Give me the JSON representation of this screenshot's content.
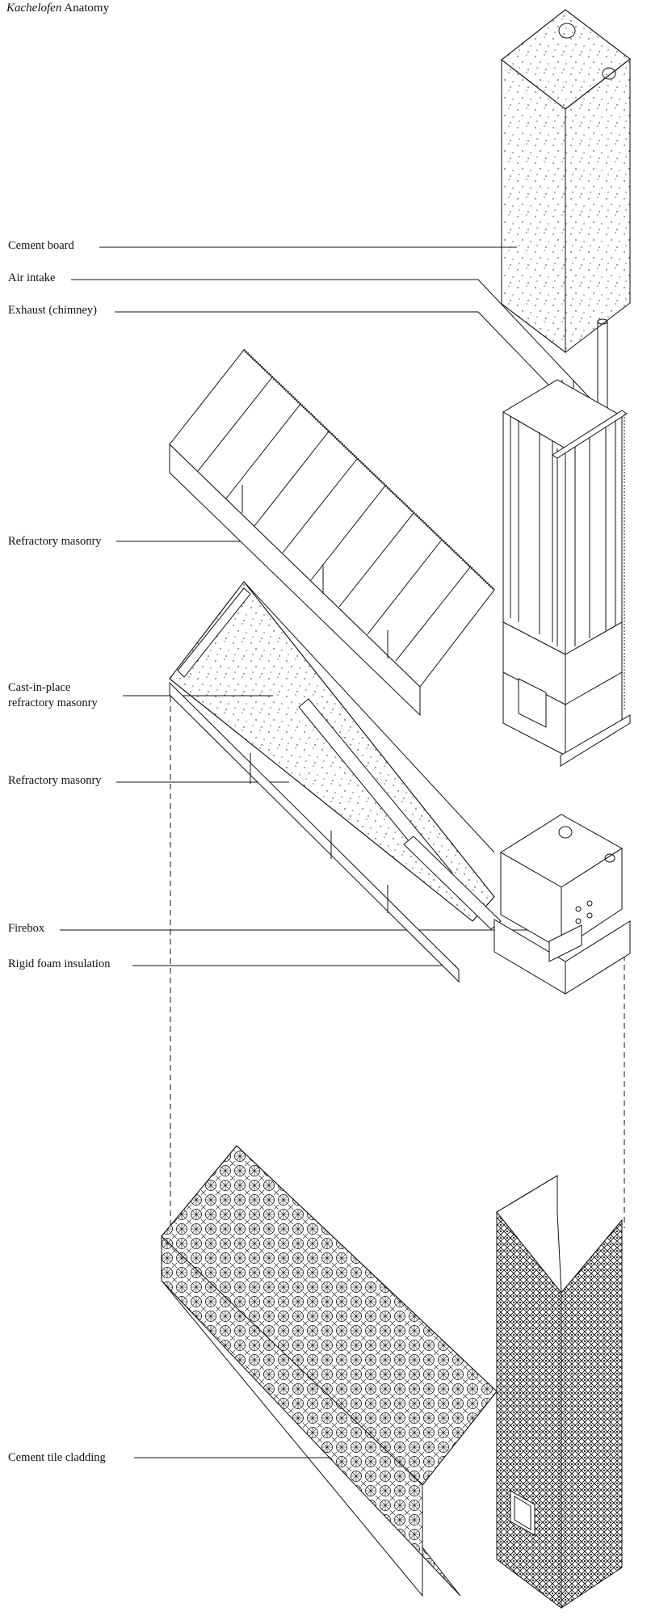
{
  "title": {
    "italic": "Kachelofen",
    "rest": " Anatomy"
  },
  "labels": {
    "cement_board": "Cement board",
    "air_intake": "Air intake",
    "exhaust": "Exhaust (chimney)",
    "refractory_masonry_upper": "Refractory masonry",
    "cast_in_place_line1": "Cast-in-place",
    "cast_in_place_line2": "refractory masonry",
    "refractory_masonry_lower": "Refractory masonry",
    "firebox": "Firebox",
    "rigid_foam": "Rigid foam insulation",
    "cement_tile": "Cement tile cladding"
  },
  "colors": {
    "ink": "#111111",
    "paper": "#ffffff"
  }
}
